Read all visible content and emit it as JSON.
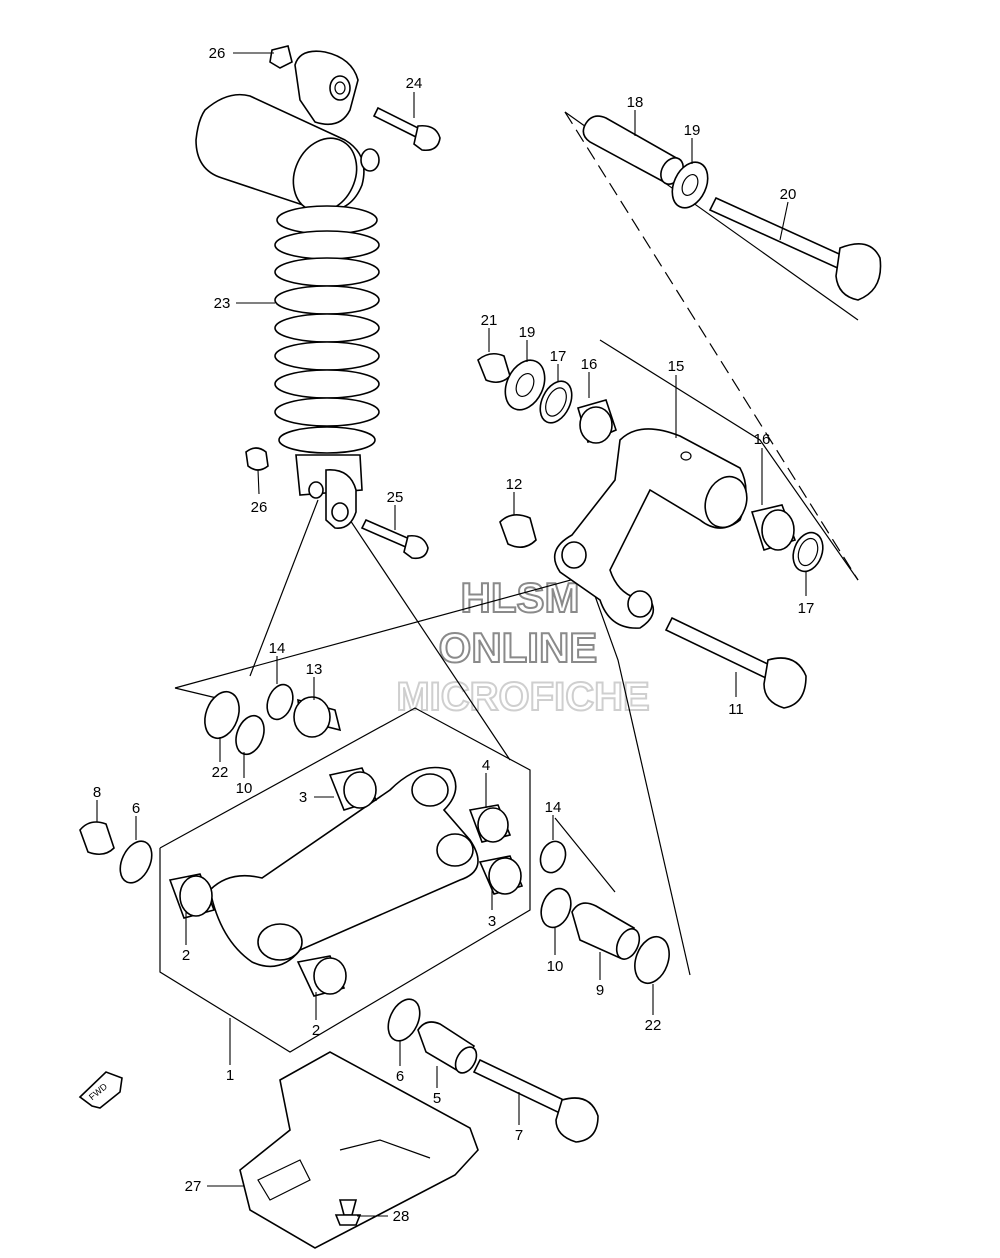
{
  "watermark": {
    "line1": "HLSM",
    "line2": "ONLINE",
    "line3": "MICROFICHE"
  },
  "fwd_icon_text": "FWD",
  "parts": [
    {
      "no": "26"
    },
    {
      "no": "24"
    },
    {
      "no": "23"
    },
    {
      "no": "26"
    },
    {
      "no": "25"
    },
    {
      "no": "18"
    },
    {
      "no": "19"
    },
    {
      "no": "20"
    },
    {
      "no": "21"
    },
    {
      "no": "19"
    },
    {
      "no": "17"
    },
    {
      "no": "16"
    },
    {
      "no": "15"
    },
    {
      "no": "16"
    },
    {
      "no": "17"
    },
    {
      "no": "12"
    },
    {
      "no": "11"
    },
    {
      "no": "14"
    },
    {
      "no": "13"
    },
    {
      "no": "22"
    },
    {
      "no": "10"
    },
    {
      "no": "8"
    },
    {
      "no": "6"
    },
    {
      "no": "3"
    },
    {
      "no": "4"
    },
    {
      "no": "14"
    },
    {
      "no": "3"
    },
    {
      "no": "2"
    },
    {
      "no": "2"
    },
    {
      "no": "10"
    },
    {
      "no": "9"
    },
    {
      "no": "22"
    },
    {
      "no": "1"
    },
    {
      "no": "6"
    },
    {
      "no": "5"
    },
    {
      "no": "7"
    },
    {
      "no": "27"
    },
    {
      "no": "28"
    }
  ]
}
